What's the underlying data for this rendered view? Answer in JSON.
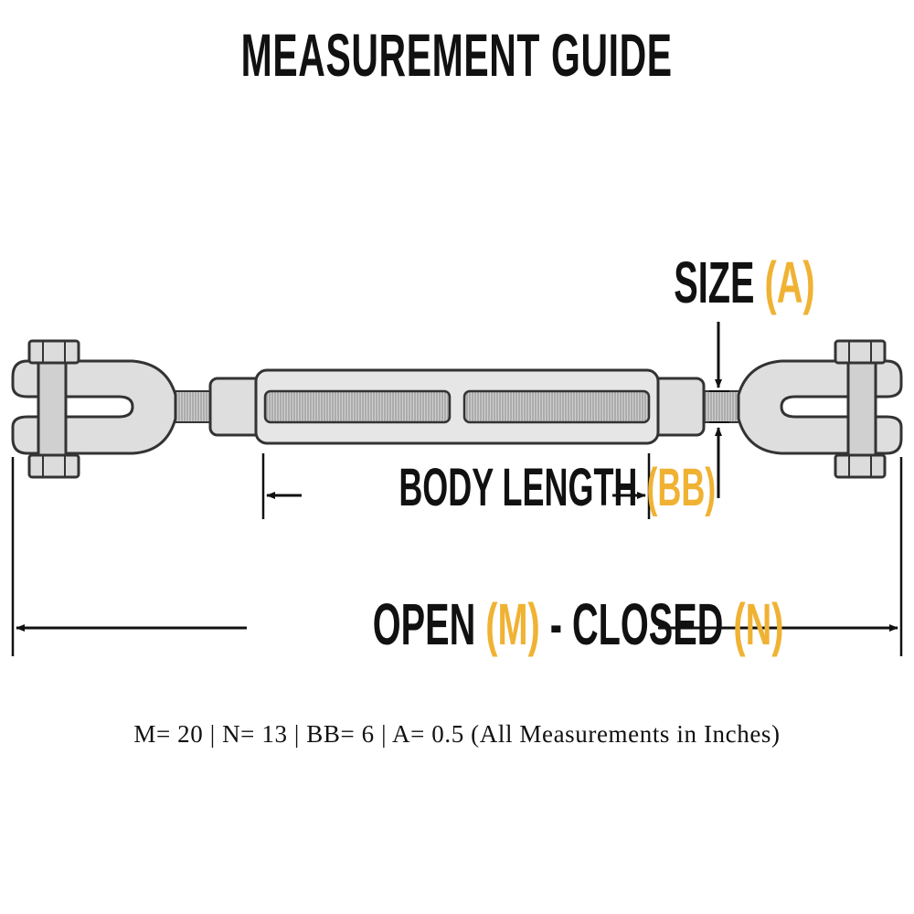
{
  "title": "MEASUREMENT GUIDE",
  "colors": {
    "accent": "#f0b233",
    "text": "#111111",
    "metal": "#d9d9d9"
  },
  "labels": {
    "size": {
      "text": "SIZE",
      "code": "(A)"
    },
    "body_length": {
      "text": "BODY LENGTH",
      "code": "(BB)"
    },
    "open_closed": {
      "open": "OPEN",
      "m": "(M)",
      "dash": "-",
      "closed": "CLOSED",
      "n": "(N)"
    }
  },
  "caption": "M= 20 | N= 13 | BB= 6 | A= 0.5 (All Measurements in Inches)"
}
